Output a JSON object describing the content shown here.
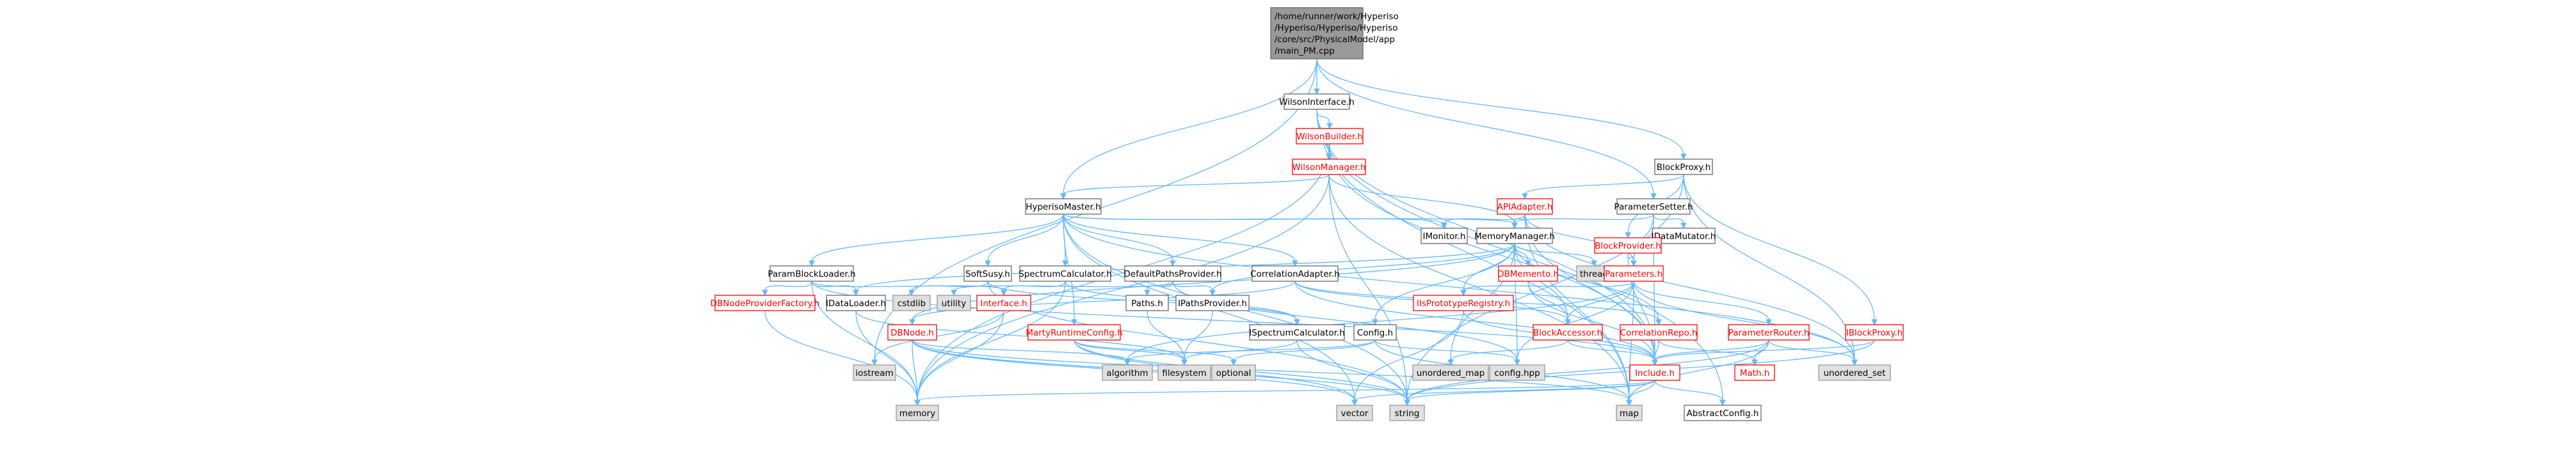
{
  "colors": {
    "edge": "#63b8ff",
    "node_fill": "#ffffff",
    "node_stroke": "#666666",
    "node_stroke_red": "#ff0000",
    "node_text_red": "#ff0000",
    "root_fill": "#999999",
    "stdlib_fill": "#e0e0e0",
    "stdlib_stroke": "#999999"
  },
  "graph": {
    "root": {
      "id": "main",
      "lines": [
        "/home/runner/work/Hyperiso",
        "/Hyperiso/Hyperiso/Hyperiso",
        "/core/src/PhysicalModel/app",
        "/main_PM.cpp"
      ]
    },
    "nodes": [
      {
        "id": "WilsonInterface",
        "label": "WilsonInterface.h",
        "style": "normal"
      },
      {
        "id": "WilsonBuilder",
        "label": "WilsonBuilder.h",
        "style": "red"
      },
      {
        "id": "WilsonManager",
        "label": "WilsonManager.h",
        "style": "red"
      },
      {
        "id": "HyperisoMaster",
        "label": "HyperisoMaster.h",
        "style": "normal"
      },
      {
        "id": "APIAdapter",
        "label": "APIAdapter.h",
        "style": "red"
      },
      {
        "id": "BlockProxy",
        "label": "BlockProxy.h",
        "style": "normal"
      },
      {
        "id": "ParameterSetter",
        "label": "ParameterSetter.h",
        "style": "normal"
      },
      {
        "id": "IMonitor",
        "label": "IMonitor.h",
        "style": "normal"
      },
      {
        "id": "MemoryManager",
        "label": "MemoryManager.h",
        "style": "normal"
      },
      {
        "id": "IDataMutator",
        "label": "IDataMutator.h",
        "style": "normal"
      },
      {
        "id": "BlockProvider",
        "label": "BlockProvider.h",
        "style": "red"
      },
      {
        "id": "thread",
        "label": "thread",
        "style": "stdlib"
      },
      {
        "id": "Parameters",
        "label": "Parameters.h",
        "style": "red"
      },
      {
        "id": "ParamBlockLoader",
        "label": "ParamBlockLoader.h",
        "style": "normal"
      },
      {
        "id": "SoftSusy",
        "label": "SoftSusy.h",
        "style": "normal"
      },
      {
        "id": "SpectrumCalculator",
        "label": "SpectrumCalculator.h",
        "style": "normal"
      },
      {
        "id": "DefaultPathsProvider",
        "label": "DefaultPathsProvider.h",
        "style": "normal"
      },
      {
        "id": "CorrelationAdapter",
        "label": "CorrelationAdapter.h",
        "style": "normal"
      },
      {
        "id": "DBMemento",
        "label": "DBMemento.h",
        "style": "red"
      },
      {
        "id": "DBNodeProviderFactory",
        "label": "DBNodeProviderFactory.h",
        "style": "red"
      },
      {
        "id": "IDataLoader",
        "label": "IDataLoader.h",
        "style": "normal"
      },
      {
        "id": "cstdlib",
        "label": "cstdlib",
        "style": "stdlib"
      },
      {
        "id": "utility",
        "label": "utility",
        "style": "stdlib"
      },
      {
        "id": "Interface",
        "label": "Interface.h",
        "style": "red"
      },
      {
        "id": "DBNode",
        "label": "DBNode.h",
        "style": "red"
      },
      {
        "id": "PathsH",
        "label": "Paths.h",
        "style": "normal"
      },
      {
        "id": "MartyRuntimeConfig",
        "label": "MartyRuntimeConfig.h",
        "style": "red"
      },
      {
        "id": "IPathsProvider",
        "label": "IPathsProvider.h",
        "style": "normal"
      },
      {
        "id": "ISpectrumCalculator",
        "label": "ISpectrumCalculator.h",
        "style": "normal"
      },
      {
        "id": "ConfigH",
        "label": "Config.h",
        "style": "normal"
      },
      {
        "id": "IIsPrototypeRegistry",
        "label": "IIsPrototypeRegistry.h",
        "style": "red"
      },
      {
        "id": "BlockAccessor",
        "label": "BlockAccessor.h",
        "style": "red"
      },
      {
        "id": "CorrelationRepo",
        "label": "CorrelationRepo.h",
        "style": "red"
      },
      {
        "id": "ParameterRouter",
        "label": "ParameterRouter.h",
        "style": "red"
      },
      {
        "id": "IBlockProxy",
        "label": "IBlockProxy.h",
        "style": "red"
      },
      {
        "id": "iostream",
        "label": "iostream",
        "style": "stdlib"
      },
      {
        "id": "algorithm",
        "label": "algorithm",
        "style": "stdlib"
      },
      {
        "id": "filesystem",
        "label": "filesystem",
        "style": "stdlib"
      },
      {
        "id": "optional",
        "label": "optional",
        "style": "stdlib"
      },
      {
        "id": "unordered_map",
        "label": "unordered_map",
        "style": "stdlib"
      },
      {
        "id": "config_hpp",
        "label": "config.hpp",
        "style": "stdlib"
      },
      {
        "id": "IncludeH",
        "label": "Include.h",
        "style": "red"
      },
      {
        "id": "MathH",
        "label": "Math.h",
        "style": "red"
      },
      {
        "id": "unordered_set",
        "label": "unordered_set",
        "style": "stdlib"
      },
      {
        "id": "memory",
        "label": "memory",
        "style": "stdlib"
      },
      {
        "id": "vector",
        "label": "vector",
        "style": "stdlib"
      },
      {
        "id": "string",
        "label": "string",
        "style": "stdlib"
      },
      {
        "id": "map",
        "label": "map",
        "style": "stdlib"
      },
      {
        "id": "AbstractConfig",
        "label": "AbstractConfig.h",
        "style": "normal"
      }
    ],
    "edges": [
      [
        "main",
        "WilsonInterface"
      ],
      [
        "main",
        "HyperisoMaster"
      ],
      [
        "main",
        "BlockProxy"
      ],
      [
        "main",
        "ParameterSetter"
      ],
      [
        "main",
        "iostream"
      ],
      [
        "WilsonInterface",
        "WilsonBuilder"
      ],
      [
        "WilsonInterface",
        "WilsonManager"
      ],
      [
        "WilsonInterface",
        "IncludeH"
      ],
      [
        "WilsonInterface",
        "AbstractConfig"
      ],
      [
        "WilsonInterface",
        "map"
      ],
      [
        "WilsonBuilder",
        "WilsonManager"
      ],
      [
        "WilsonBuilder",
        "memory"
      ],
      [
        "WilsonBuilder",
        "IncludeH"
      ],
      [
        "WilsonManager",
        "HyperisoMaster"
      ],
      [
        "WilsonManager",
        "MemoryManager"
      ],
      [
        "WilsonManager",
        "string"
      ],
      [
        "WilsonManager",
        "memory"
      ],
      [
        "WilsonManager",
        "map"
      ],
      [
        "HyperisoMaster",
        "IMonitor"
      ],
      [
        "HyperisoMaster",
        "MemoryManager"
      ],
      [
        "HyperisoMaster",
        "ParamBlockLoader"
      ],
      [
        "HyperisoMaster",
        "SoftSusy"
      ],
      [
        "HyperisoMaster",
        "SpectrumCalculator"
      ],
      [
        "HyperisoMaster",
        "DefaultPathsProvider"
      ],
      [
        "HyperisoMaster",
        "CorrelationAdapter"
      ],
      [
        "HyperisoMaster",
        "MartyRuntimeConfig"
      ],
      [
        "HyperisoMaster",
        "string"
      ],
      [
        "HyperisoMaster",
        "vector"
      ],
      [
        "HyperisoMaster",
        "unordered_set"
      ],
      [
        "APIAdapter",
        "IMonitor"
      ],
      [
        "APIAdapter",
        "MemoryManager"
      ],
      [
        "APIAdapter",
        "Parameters"
      ],
      [
        "APIAdapter",
        "IncludeH"
      ],
      [
        "APIAdapter",
        "map"
      ],
      [
        "APIAdapter",
        "unordered_set"
      ],
      [
        "BlockProxy",
        "APIAdapter"
      ],
      [
        "BlockProxy",
        "BlockProvider"
      ],
      [
        "BlockProxy",
        "IBlockProxy"
      ],
      [
        "BlockProxy",
        "string"
      ],
      [
        "BlockProxy",
        "unordered_set"
      ],
      [
        "ParameterSetter",
        "MemoryManager"
      ],
      [
        "ParameterSetter",
        "IDataMutator"
      ],
      [
        "ParameterSetter",
        "Parameters"
      ],
      [
        "ParameterSetter",
        "IncludeH"
      ],
      [
        "MemoryManager",
        "thread"
      ],
      [
        "MemoryManager",
        "DBMemento"
      ],
      [
        "MemoryManager",
        "IDataLoader"
      ],
      [
        "MemoryManager",
        "BlockAccessor"
      ],
      [
        "MemoryManager",
        "CorrelationRepo"
      ],
      [
        "MemoryManager",
        "IIsPrototypeRegistry"
      ],
      [
        "MemoryManager",
        "ConfigH"
      ],
      [
        "MemoryManager",
        "IPathsProvider"
      ],
      [
        "MemoryManager",
        "config_hpp"
      ],
      [
        "MemoryManager",
        "unordered_map"
      ],
      [
        "MemoryManager",
        "DBNode"
      ],
      [
        "BlockProvider",
        "Parameters"
      ],
      [
        "BlockProvider",
        "IncludeH"
      ],
      [
        "Parameters",
        "BlockAccessor"
      ],
      [
        "Parameters",
        "ParameterRouter"
      ],
      [
        "Parameters",
        "IIsPrototypeRegistry"
      ],
      [
        "Parameters",
        "unordered_set"
      ],
      [
        "Parameters",
        "map"
      ],
      [
        "Parameters",
        "config_hpp"
      ],
      [
        "Parameters",
        "algorithm"
      ],
      [
        "ParamBlockLoader",
        "DBNodeProviderFactory"
      ],
      [
        "ParamBlockLoader",
        "IDataLoader"
      ],
      [
        "ParamBlockLoader",
        "Interface"
      ],
      [
        "ParamBlockLoader",
        "memory"
      ],
      [
        "ParamBlockLoader",
        "IncludeH"
      ],
      [
        "SoftSusy",
        "ISpectrumCalculator"
      ],
      [
        "SoftSusy",
        "cstdlib"
      ],
      [
        "SoftSusy",
        "string"
      ],
      [
        "SpectrumCalculator",
        "Interface"
      ],
      [
        "SpectrumCalculator",
        "ISpectrumCalculator"
      ],
      [
        "SpectrumCalculator",
        "memory"
      ],
      [
        "DefaultPathsProvider",
        "IPathsProvider"
      ],
      [
        "DefaultPathsProvider",
        "PathsH"
      ],
      [
        "DefaultPathsProvider",
        "config_hpp"
      ],
      [
        "DefaultPathsProvider",
        "utility"
      ],
      [
        "CorrelationAdapter",
        "CorrelationRepo"
      ],
      [
        "CorrelationAdapter",
        "BlockAccessor"
      ],
      [
        "CorrelationAdapter",
        "IncludeH"
      ],
      [
        "CorrelationAdapter",
        "DBNode"
      ],
      [
        "DBMemento",
        "BlockAccessor"
      ],
      [
        "DBMemento",
        "IncludeH"
      ],
      [
        "DBNodeProviderFactory",
        "memory"
      ],
      [
        "IDataLoader",
        "memory"
      ],
      [
        "IDataLoader",
        "filesystem"
      ],
      [
        "Interface",
        "iostream"
      ],
      [
        "Interface",
        "memory"
      ],
      [
        "DBNode",
        "memory"
      ],
      [
        "DBNode",
        "string"
      ],
      [
        "DBNode",
        "vector"
      ],
      [
        "DBNode",
        "map"
      ],
      [
        "DBNode",
        "algorithm"
      ],
      [
        "PathsH",
        "filesystem"
      ],
      [
        "MartyRuntimeConfig",
        "string"
      ],
      [
        "MartyRuntimeConfig",
        "vector"
      ],
      [
        "MartyRuntimeConfig",
        "optional"
      ],
      [
        "MartyRuntimeConfig",
        "filesystem"
      ],
      [
        "IPathsProvider",
        "filesystem"
      ],
      [
        "ISpectrumCalculator",
        "string"
      ],
      [
        "ISpectrumCalculator",
        "filesystem"
      ],
      [
        "ConfigH",
        "algorithm"
      ],
      [
        "ConfigH",
        "config_hpp"
      ],
      [
        "ConfigH",
        "map"
      ],
      [
        "ConfigH",
        "optional"
      ],
      [
        "IIsPrototypeRegistry",
        "IncludeH"
      ],
      [
        "IIsPrototypeRegistry",
        "vector"
      ],
      [
        "BlockAccessor",
        "IncludeH"
      ],
      [
        "BlockAccessor",
        "unordered_map"
      ],
      [
        "CorrelationRepo",
        "IncludeH"
      ],
      [
        "CorrelationRepo",
        "MathH"
      ],
      [
        "ParameterRouter",
        "IncludeH"
      ],
      [
        "ParameterRouter",
        "MathH"
      ],
      [
        "ParameterRouter",
        "string"
      ],
      [
        "ParameterRouter",
        "map"
      ],
      [
        "ParameterRouter",
        "unordered_set"
      ],
      [
        "IBlockProxy",
        "IncludeH"
      ],
      [
        "IBlockProxy",
        "string"
      ],
      [
        "IncludeH",
        "string"
      ],
      [
        "IncludeH",
        "vector"
      ],
      [
        "IncludeH",
        "map"
      ],
      [
        "IncludeH",
        "AbstractConfig"
      ],
      [
        "IncludeH",
        "memory"
      ]
    ]
  }
}
